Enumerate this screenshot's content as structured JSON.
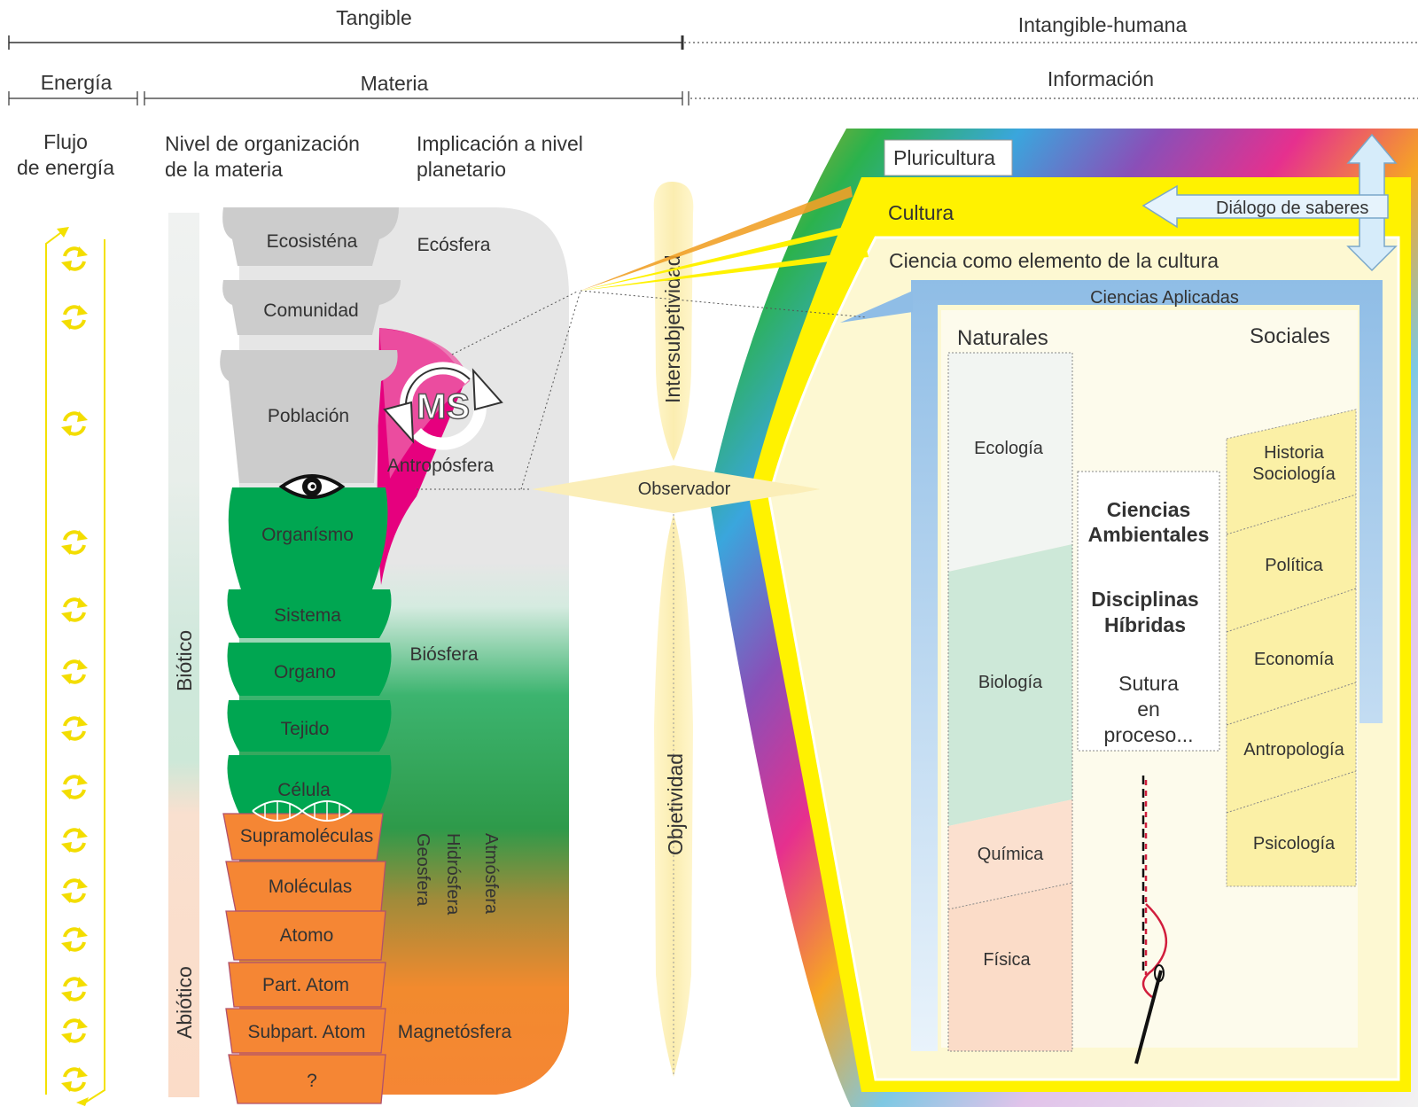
{
  "header": {
    "tangible": "Tangible",
    "intangible": "Intangible-humana",
    "energia": "Energía",
    "materia": "Materia",
    "informacion": "Información"
  },
  "columns": {
    "flujo_line1": "Flujo",
    "flujo_line2": "de energía",
    "nivel_line1": "Nivel de organización",
    "nivel_line2": "de la materia",
    "impl_line1": "Implicación a nivel",
    "impl_line2": "planetario"
  },
  "side_labels": {
    "biotico": "Biótico",
    "abiotico": "Abiótico"
  },
  "levels": {
    "ecosistema": "Ecosisténa",
    "comunidad": "Comunidad",
    "poblacion": "Población",
    "organismo": "Organísmo",
    "sistema": "Sistema",
    "organo": "Organo",
    "tejido": "Tejido",
    "celula": "Célula",
    "supramoleculas": "Supramoléculas",
    "moleculas": "Moléculas",
    "atomo": "Atomo",
    "part_atom": "Part. Atom",
    "subpart_atom": "Subpart. Atom",
    "unknown": "?"
  },
  "spheres": {
    "ecosfera": "Ecósfera",
    "antroposfera": "Antropósfera",
    "biosfera": "Biósfera",
    "geosfera": "Geosfera",
    "hidrosfera": "Hidrósfera",
    "atmosfera": "Atmósfera",
    "magnetosfera": "Magnetósfera"
  },
  "ms_label": "MS",
  "axis": {
    "intersubjetividad": "Intersubjetividad",
    "observador": "Observador",
    "objetividad": "Objetividad"
  },
  "culture": {
    "pluricultura": "Pluricultura",
    "cultura": "Cultura",
    "dialogo": "Diálogo de saberes",
    "ciencia": "Ciencia como elemento de la cultura",
    "aplicadas": "Ciencias Aplicadas",
    "naturales": "Naturales",
    "sociales": "Sociales"
  },
  "natural_sciences": {
    "ecologia": "Ecología",
    "biologia": "Biología",
    "quimica": "Química",
    "fisica": "Física"
  },
  "social_sciences": {
    "historia": "Historia",
    "sociologia": "Sociología",
    "politica": "Política",
    "economia": "Economía",
    "antropologia": "Antropología",
    "psicologia": "Psicología"
  },
  "center": {
    "ca_line1": "Ciencias",
    "ca_line2": "Ambientales",
    "dh_line1": "Disciplinas",
    "dh_line2": "Híbridas",
    "sutura_line1": "Sutura",
    "sutura_line2": "en",
    "sutura_line3": "proceso..."
  },
  "colors": {
    "gray": "#cccccc",
    "green": "#00a651",
    "orange": "#f58634",
    "magenta": "#e6007e",
    "yellow": "#fff200",
    "blue": "#8fbde6",
    "pale_yellow": "#fdf6c8",
    "pale_green": "#cde8d8",
    "pale_peach": "#fbe0cf"
  }
}
